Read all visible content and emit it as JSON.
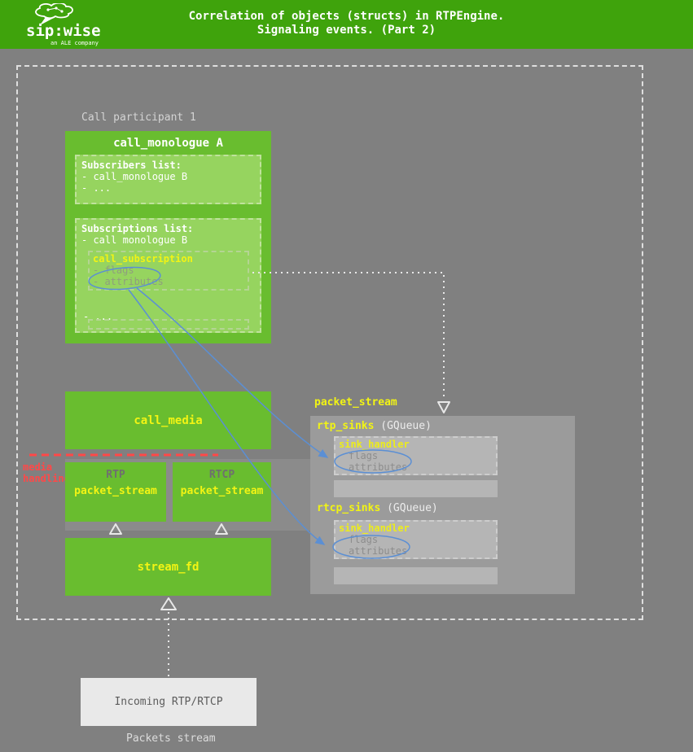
{
  "header": {
    "title_line1": "Correlation of objects (structs) in RTPEngine.",
    "title_line2": "Signaling events. (Part 2)",
    "logo": {
      "brand": "sip:wise",
      "tagline": "an ALE company"
    }
  },
  "labels": {
    "call_participant": "Call participant 1",
    "media_handling_line1": "media",
    "media_handling_line2": "handling",
    "packets_stream": "Packets stream"
  },
  "call_monologue": {
    "title": "call_monologue A",
    "subscribers": {
      "title": "Subscribers list:",
      "items": [
        "- call_monologue B",
        "- ..."
      ]
    },
    "subscriptions": {
      "title": "Subscriptions list:",
      "item": "- call monologue B",
      "call_subscription": {
        "title": "call_subscription",
        "flags": "- flags",
        "attributes": "- attributes"
      },
      "more": "- ..."
    }
  },
  "call_media": {
    "title": "call_media"
  },
  "rtp": {
    "proto": "RTP",
    "title": "packet_stream"
  },
  "rtcp": {
    "proto": "RTCP",
    "title": "packet_stream"
  },
  "stream_fd": {
    "title": "stream_fd"
  },
  "packet_stream_detail": {
    "title": "packet_stream",
    "rtp_sinks": {
      "name": "rtp_sinks",
      "type": "(GQueue)",
      "sink_handler": {
        "title": "sink_handler",
        "flags": "flags",
        "attributes": "attributes"
      }
    },
    "rtcp_sinks": {
      "name": "rtcp_sinks",
      "type": "(GQueue)",
      "sink_handler": {
        "title": "sink_handler",
        "flags": "flags",
        "attributes": "attributes"
      }
    }
  },
  "incoming": {
    "title": "Incoming RTP/RTCP"
  },
  "colors": {
    "header_green": "#3fa30c",
    "box_green": "#69bd2f",
    "box_green_light": "#96d45f",
    "accent_yellow": "#f2f414",
    "background_gray": "#808080",
    "panel_gray": "#9b9b9b",
    "highlight_blue": "#5b8fd4",
    "media_handling_red": "#ff4848"
  }
}
